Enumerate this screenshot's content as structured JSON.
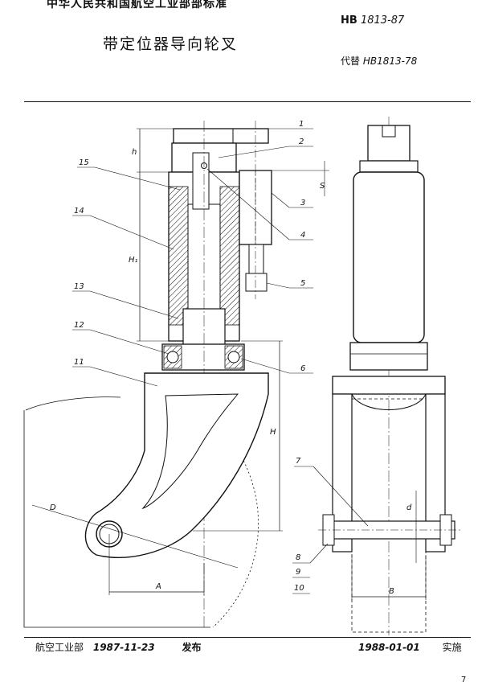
{
  "header": {
    "organization": "中华人民共和国航空工业部部标准",
    "standard_prefix": "HB",
    "standard_number": "1813-87",
    "title": "带定位器导向轮叉",
    "replaces_label": "代替",
    "replaces_code": "HB1813-78"
  },
  "drawing": {
    "callouts": [
      "1",
      "2",
      "3",
      "4",
      "5",
      "6",
      "7",
      "8",
      "9",
      "10",
      "11",
      "12",
      "13",
      "14",
      "15"
    ],
    "dimensions": {
      "h": "h",
      "h1": "H₁",
      "H": "H",
      "s": "S",
      "A": "A",
      "B": "B",
      "D": "D",
      "d": "d"
    }
  },
  "footer": {
    "issuer": "航空工业部",
    "issue_date": "1987-11-23",
    "issue_label": "发布",
    "effective_date": "1988-01-01",
    "effective_label": "实施"
  },
  "page_number": "7"
}
